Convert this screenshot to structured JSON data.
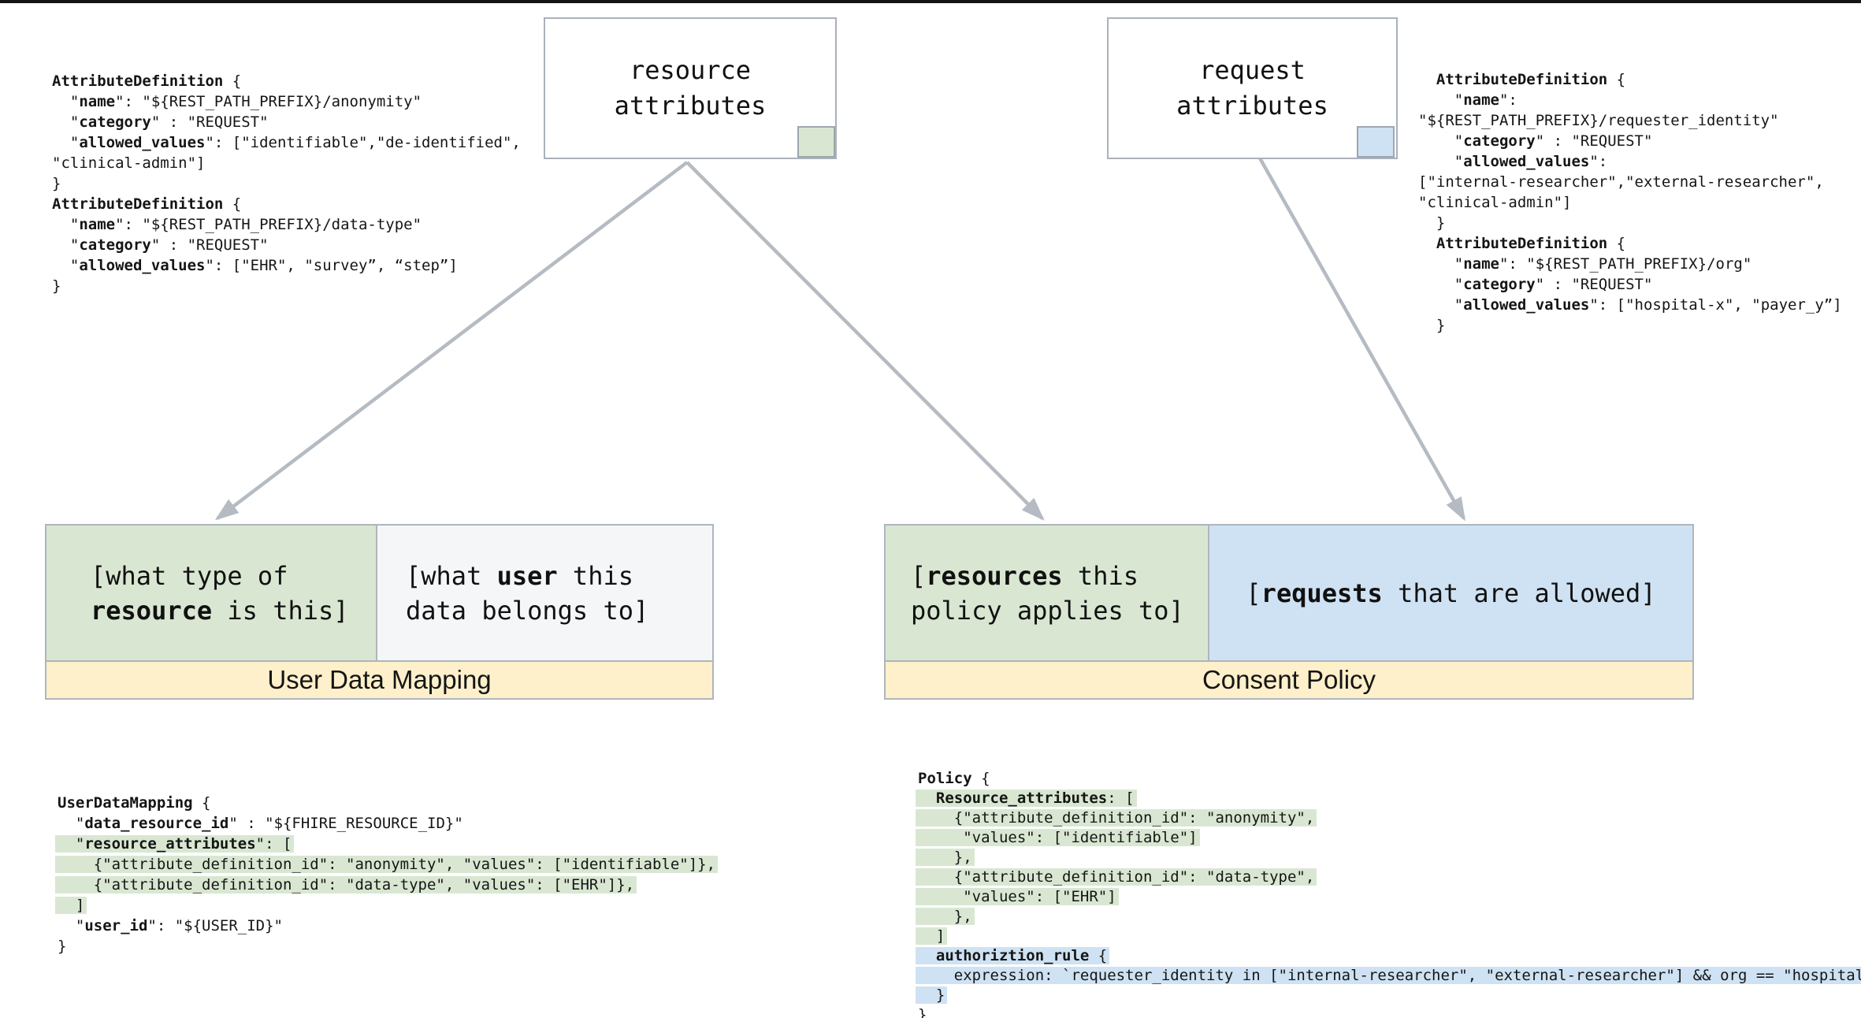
{
  "colors": {
    "green": "#d9e7d2",
    "blue": "#cfe2f3",
    "yellow": "#fdf0ca",
    "cell_gray": "#f4f6f8",
    "box_border": "#aab1ba",
    "arrow_gray": "#b5bbc2",
    "top_edge": "#141414"
  },
  "diagram": {
    "resource_box": {
      "label": "resource\nattributes"
    },
    "request_box": {
      "label": "request\nattributes"
    },
    "user_data_mapping": {
      "band_label": "User Data Mapping",
      "resource_cell": [
        {
          "t": "[what type of\n"
        },
        {
          "t": "resource",
          "b": 1
        },
        {
          "t": " is this]"
        }
      ],
      "user_cell": [
        {
          "t": "[what "
        },
        {
          "t": "user",
          "b": 1
        },
        {
          "t": " this\ndata belongs to]"
        }
      ]
    },
    "consent_policy": {
      "band_label": "Consent Policy",
      "resources_cell": [
        {
          "t": "["
        },
        {
          "t": "resources",
          "b": 1
        },
        {
          "t": " this\npolicy applies to]"
        }
      ],
      "requests_cell": [
        {
          "t": "["
        },
        {
          "t": "requests",
          "b": 1
        },
        {
          "t": " that are allowed]"
        }
      ]
    }
  },
  "code": {
    "attr_def_resource": {
      "lines": [
        {
          "seg": [
            {
              "t": "AttributeDefinition",
              "b": 1
            },
            {
              "t": " {"
            }
          ]
        },
        {
          "seg": [
            {
              "t": "  \""
            },
            {
              "t": "name",
              "b": 1
            },
            {
              "t": "\": \"${REST_PATH_PREFIX}/anonymity\""
            }
          ]
        },
        {
          "seg": [
            {
              "t": "  \""
            },
            {
              "t": "category",
              "b": 1
            },
            {
              "t": "\" : \"REQUEST\""
            }
          ]
        },
        {
          "seg": [
            {
              "t": "  \""
            },
            {
              "t": "allowed_values",
              "b": 1
            },
            {
              "t": "\": [\"identifiable\",\"de-identified\","
            }
          ]
        },
        {
          "seg": [
            {
              "t": "\"clinical-admin\"]"
            }
          ]
        },
        {
          "seg": [
            {
              "t": "}"
            }
          ]
        },
        {
          "seg": [
            {
              "t": "AttributeDefinition",
              "b": 1
            },
            {
              "t": " {"
            }
          ]
        },
        {
          "seg": [
            {
              "t": "  \""
            },
            {
              "t": "name",
              "b": 1
            },
            {
              "t": "\": \"${REST_PATH_PREFIX}/data-type\""
            }
          ]
        },
        {
          "seg": [
            {
              "t": "  \""
            },
            {
              "t": "category",
              "b": 1
            },
            {
              "t": "\" : \"REQUEST\""
            }
          ]
        },
        {
          "seg": [
            {
              "t": "  \""
            },
            {
              "t": "allowed_values",
              "b": 1
            },
            {
              "t": "\": [\"EHR\", \"survey”, “step”]"
            }
          ]
        },
        {
          "seg": [
            {
              "t": "}"
            }
          ]
        }
      ]
    },
    "attr_def_request": {
      "lines": [
        {
          "seg": [
            {
              "t": "  "
            },
            {
              "t": "AttributeDefinition",
              "b": 1
            },
            {
              "t": " {"
            }
          ]
        },
        {
          "seg": [
            {
              "t": "    \""
            },
            {
              "t": "name",
              "b": 1
            },
            {
              "t": "\":"
            }
          ]
        },
        {
          "seg": [
            {
              "t": "\"${REST_PATH_PREFIX}/requester_identity\""
            }
          ]
        },
        {
          "seg": [
            {
              "t": "    \""
            },
            {
              "t": "category",
              "b": 1
            },
            {
              "t": "\" : \"REQUEST\""
            }
          ]
        },
        {
          "seg": [
            {
              "t": "    \""
            },
            {
              "t": "allowed_values",
              "b": 1
            },
            {
              "t": "\":"
            }
          ]
        },
        {
          "seg": [
            {
              "t": "[\"internal-researcher\",\"external-researcher\","
            }
          ]
        },
        {
          "seg": [
            {
              "t": "\"clinical-admin\"]"
            }
          ]
        },
        {
          "seg": [
            {
              "t": "  }"
            }
          ]
        },
        {
          "seg": [
            {
              "t": "  "
            },
            {
              "t": "AttributeDefinition",
              "b": 1
            },
            {
              "t": " {"
            }
          ]
        },
        {
          "seg": [
            {
              "t": "    \""
            },
            {
              "t": "name",
              "b": 1
            },
            {
              "t": "\": \"${REST_PATH_PREFIX}/org\""
            }
          ]
        },
        {
          "seg": [
            {
              "t": "    \""
            },
            {
              "t": "category",
              "b": 1
            },
            {
              "t": "\" : \"REQUEST\""
            }
          ]
        },
        {
          "seg": [
            {
              "t": "    \""
            },
            {
              "t": "allowed_values",
              "b": 1
            },
            {
              "t": "\": [\"hospital-x\", \"payer_y”]"
            }
          ]
        },
        {
          "seg": [
            {
              "t": "  }"
            }
          ]
        }
      ]
    },
    "user_data_mapping": {
      "lines": [
        {
          "seg": [
            {
              "t": "UserDataMapping",
              "b": 1
            },
            {
              "t": " {"
            }
          ]
        },
        {
          "seg": [
            {
              "t": "  \""
            },
            {
              "t": "data_resource_id",
              "b": 1
            },
            {
              "t": "\" : \"${FHIRE_RESOURCE_ID}\""
            }
          ]
        },
        {
          "hl": "green",
          "seg": [
            {
              "t": "  \""
            },
            {
              "t": "resource_attributes",
              "b": 1
            },
            {
              "t": "\": ["
            }
          ]
        },
        {
          "hl": "green",
          "seg": [
            {
              "t": "    {\"attribute_definition_id\": \"anonymity\", \"values\": [\"identifiable\"]},"
            }
          ]
        },
        {
          "hl": "green",
          "seg": [
            {
              "t": "    {\"attribute_definition_id\": \"data-type\", \"values\": [\"EHR\"]},"
            }
          ]
        },
        {
          "hl": "green",
          "seg": [
            {
              "t": "  ]"
            }
          ]
        },
        {
          "seg": [
            {
              "t": "  \""
            },
            {
              "t": "user_id",
              "b": 1
            },
            {
              "t": "\": \"${USER_ID}\""
            }
          ]
        },
        {
          "seg": [
            {
              "t": "}"
            }
          ]
        }
      ]
    },
    "policy": {
      "lines": [
        {
          "seg": [
            {
              "t": "Policy",
              "b": 1
            },
            {
              "t": " {"
            }
          ]
        },
        {
          "hl": "green",
          "seg": [
            {
              "t": "  "
            },
            {
              "t": "Resource_attributes",
              "b": 1
            },
            {
              "t": ": ["
            }
          ]
        },
        {
          "hl": "green",
          "seg": [
            {
              "t": "    {\"attribute_definition_id\": \"anonymity\","
            }
          ]
        },
        {
          "hl": "green",
          "seg": [
            {
              "t": "     \"values\": [\"identifiable\"]"
            }
          ]
        },
        {
          "hl": "green",
          "seg": [
            {
              "t": "    },"
            }
          ]
        },
        {
          "hl": "green",
          "seg": [
            {
              "t": "    {\"attribute_definition_id\": \"data-type\","
            }
          ]
        },
        {
          "hl": "green",
          "seg": [
            {
              "t": "     \"values\": [\"EHR\"]"
            }
          ]
        },
        {
          "hl": "green",
          "seg": [
            {
              "t": "    },"
            }
          ]
        },
        {
          "hl": "green",
          "seg": [
            {
              "t": "  ]"
            }
          ]
        },
        {
          "hl": "blue",
          "seg": [
            {
              "t": "  "
            },
            {
              "t": "authoriztion_rule",
              "b": 1
            },
            {
              "t": " {"
            }
          ]
        },
        {
          "hl": "blue",
          "seg": [
            {
              "t": "    expression: `requester_identity in [\"internal-researcher\", \"external-researcher\"] && org == \"hospital-x\"`"
            }
          ]
        },
        {
          "hl": "blue",
          "seg": [
            {
              "t": "  }"
            }
          ]
        },
        {
          "seg": [
            {
              "t": "}"
            }
          ]
        }
      ]
    }
  }
}
